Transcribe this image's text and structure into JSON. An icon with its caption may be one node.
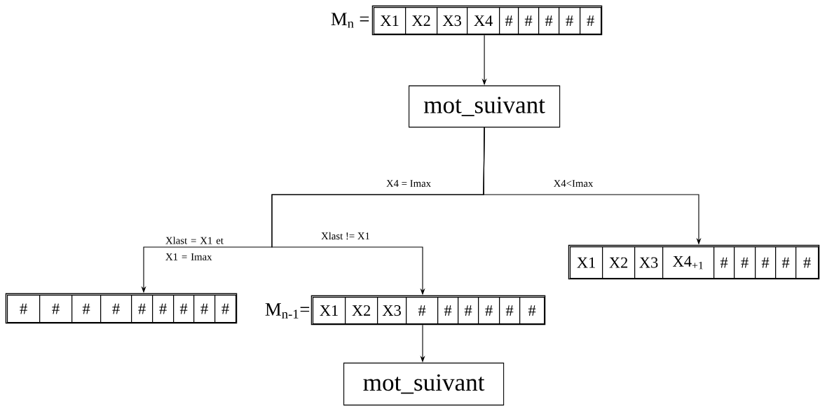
{
  "diagram": {
    "nodes": [
      {
        "text": [],
        "shape": "box",
        "beside": [
          "M$_{n}$ ="
        ]
      },
      {
        "text": [
          "X1"
        ],
        "in": 0
      },
      {
        "text": [
          "X2"
        ],
        "in": 0
      },
      {
        "text": [
          "X3"
        ],
        "in": 0
      },
      {
        "text": [
          "X4"
        ],
        "in": 0
      },
      {
        "text": [
          "#"
        ],
        "in": 0
      },
      {
        "text": [
          "#"
        ],
        "in": 0
      },
      {
        "text": [
          "#"
        ],
        "in": 0
      },
      {
        "text": [
          "#"
        ],
        "in": 0
      },
      {
        "text": [
          "#"
        ],
        "in": 0
      },
      {
        "text": [
          "mot_suivant"
        ]
      },
      {
        "text": [],
        "shape": "box"
      },
      {
        "text": [
          "X1"
        ],
        "in": 11
      },
      {
        "text": [
          "X2"
        ],
        "in": 11
      },
      {
        "text": [
          "X3"
        ],
        "in": 11
      },
      {
        "text": [
          "X4$_{+1}$"
        ],
        "in": 11
      },
      {
        "text": [
          "#"
        ],
        "in": 11
      },
      {
        "text": [
          "#"
        ],
        "in": 11
      },
      {
        "text": [
          "#"
        ],
        "in": 11
      },
      {
        "text": [
          "#"
        ],
        "in": 11
      },
      {
        "text": [
          "#"
        ],
        "in": 11
      },
      {
        "text": [],
        "shape": "box"
      },
      {
        "text": [
          "#"
        ],
        "in": 21
      },
      {
        "text": [
          "#"
        ],
        "in": 21
      },
      {
        "text": [
          "#"
        ],
        "in": 21
      },
      {
        "text": [
          "#"
        ],
        "in": 21
      },
      {
        "text": [
          "#"
        ],
        "in": 21
      },
      {
        "text": [
          "#"
        ],
        "in": 21
      },
      {
        "text": [
          "#"
        ],
        "in": 21
      },
      {
        "text": [
          "#"
        ],
        "in": 21
      },
      {
        "text": [
          "#"
        ],
        "in": 21
      },
      {
        "text": [],
        "shape": "box",
        "beside": [
          "M$_{n-1}$="
        ]
      },
      {
        "text": [
          "X1"
        ],
        "in": 31
      },
      {
        "text": [
          "X2"
        ],
        "in": 31
      },
      {
        "text": [
          "X3"
        ],
        "in": 31
      },
      {
        "text": [
          "#"
        ],
        "in": 31
      },
      {
        "text": [
          "#"
        ],
        "in": 31
      },
      {
        "text": [
          "#"
        ],
        "in": 31
      },
      {
        "text": [
          "#"
        ],
        "in": 31
      },
      {
        "text": [
          "#"
        ],
        "in": 31
      },
      {
        "text": [
          "#"
        ],
        "in": 31
      },
      {
        "text": [
          "mot_suivant"
        ]
      }
    ],
    "edges": [
      {
        "from": 0,
        "to": 10,
        "arrow": "to"
      },
      {
        "from": 10,
        "to": 11,
        "arrow": "to",
        "label": "X4<Imax"
      },
      {
        "from": 10,
        "to": 21,
        "arrow": "to",
        "label": "Xlast = X1  et X1 = Imax"
      },
      {
        "from": 10,
        "to": 31,
        "arrow": "to",
        "label": "Xlast != X1"
      },
      {
        "from": 31,
        "to": 41,
        "arrow": "to"
      }
    ],
    "labels": [
      "X4 = Imax"
    ]
  }
}
